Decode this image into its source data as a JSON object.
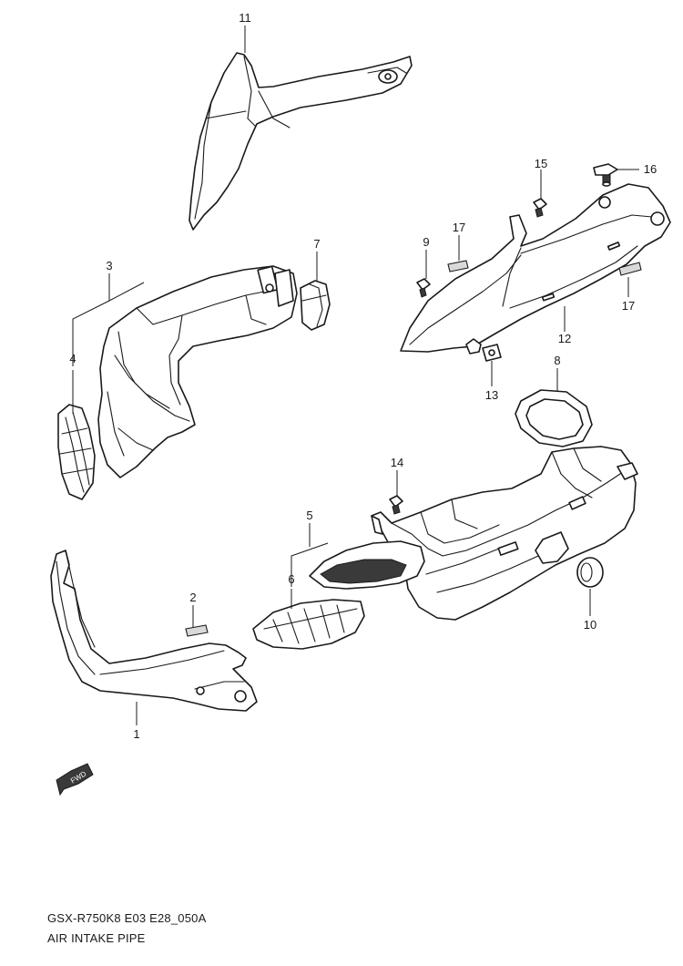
{
  "diagram": {
    "callouts": [
      "11",
      "16",
      "15",
      "17",
      "9",
      "17",
      "12",
      "13",
      "7",
      "3",
      "4",
      "8",
      "14",
      "5",
      "6",
      "2",
      "10",
      "1"
    ],
    "fwd_label": "FWD",
    "footer": {
      "code": "GSX-R750K8 E03 E28_050A",
      "title": "AIR INTAKE PIPE"
    }
  }
}
